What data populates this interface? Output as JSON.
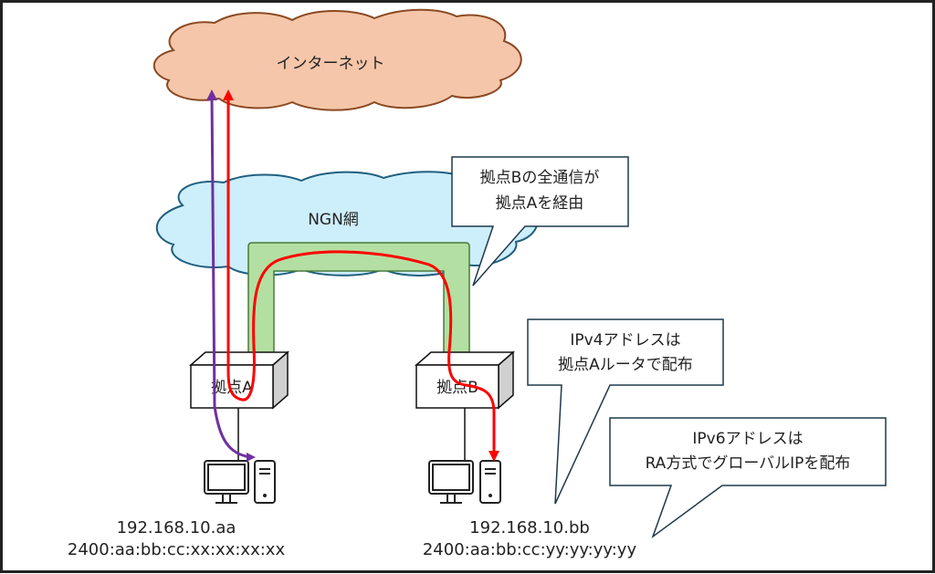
{
  "diagram": {
    "internet_cloud": {
      "label": "インターネット",
      "fill": "#f5c6a9",
      "stroke": "#8b4a22"
    },
    "ngn_cloud": {
      "label": "NGN網",
      "fill": "#cdeefb",
      "stroke": "#1f5f7f"
    },
    "tunnel": {
      "fill": "#b3e0a2",
      "stroke": "#4a7a3a"
    },
    "routers": [
      {
        "id": "a",
        "label": "拠点A"
      },
      {
        "id": "b",
        "label": "拠点B"
      }
    ],
    "hosts": [
      {
        "id": "a",
        "ipv4": "192.168.10.aa",
        "ipv6": "2400:aa:bb:cc:xx:xx:xx:xx"
      },
      {
        "id": "b",
        "ipv4": "192.168.10.bb",
        "ipv6": "2400:aa:bb:cc:yy:yy:yy:yy"
      }
    ],
    "callouts": [
      {
        "id": "via-a",
        "lines": [
          "拠点Bの全通信が",
          "拠点Aを経由"
        ]
      },
      {
        "id": "ipv4",
        "lines": [
          "IPv4アドレスは",
          "拠点Aルータで配布"
        ]
      },
      {
        "id": "ipv6",
        "lines": [
          "IPv6アドレスは",
          "RA方式でグローバルIPを配布"
        ]
      }
    ],
    "colors": {
      "ipv4_path": "#ff0000",
      "ipv6_path": "#7030a0",
      "callout_stroke": "#1f3a4d"
    }
  }
}
